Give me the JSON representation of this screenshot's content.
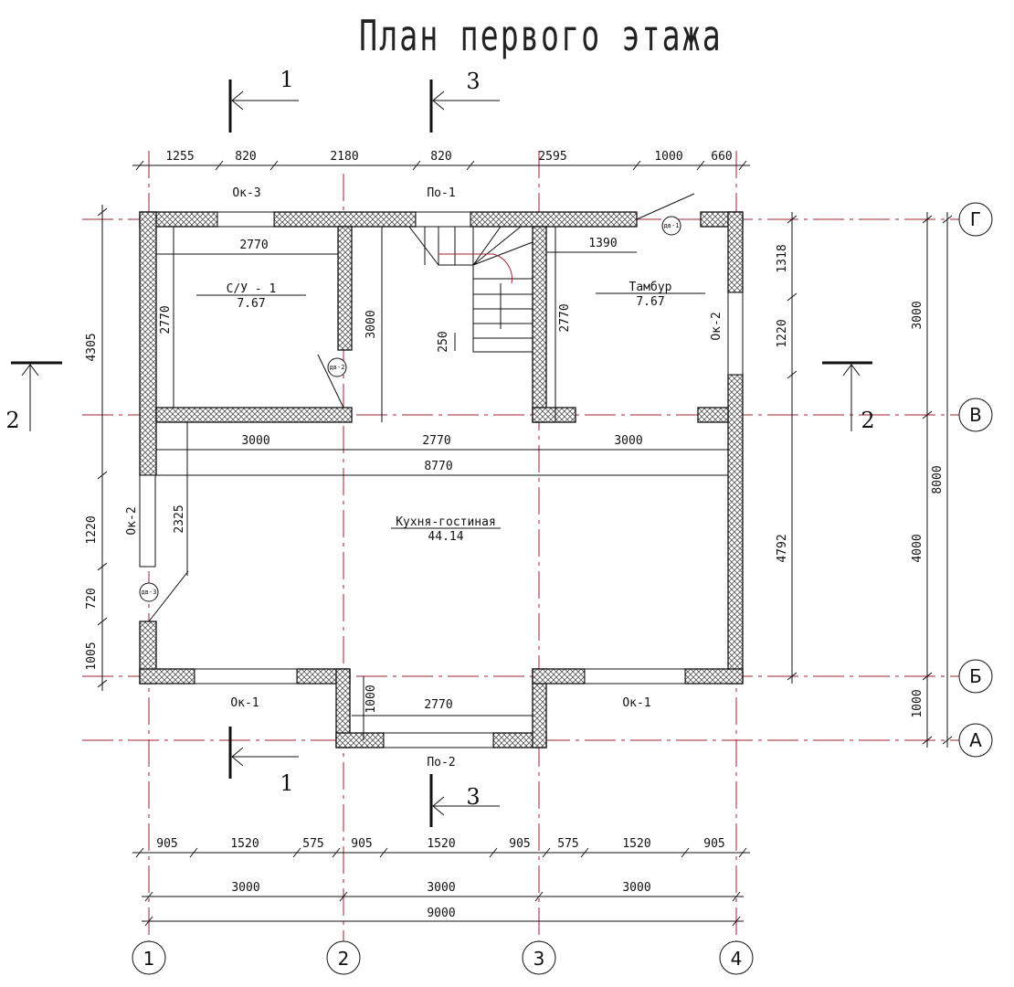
{
  "title": "План первого этажа",
  "axes": {
    "columns": [
      "1",
      "2",
      "3",
      "4"
    ],
    "rows": [
      "Г",
      "В",
      "Б",
      "А"
    ]
  },
  "sections": {
    "s1": "1",
    "s2": "2",
    "s3": "3"
  },
  "rooms": [
    {
      "name": "С/У - 1",
      "area": "7.67"
    },
    {
      "name": "Тамбур",
      "area": "7.67"
    },
    {
      "name": "Кухня-гостиная",
      "area": "44.14"
    }
  ],
  "openings": [
    "Ок-3",
    "По-1",
    "Ок-2",
    "Ок-2",
    "Ок-1",
    "По-2",
    "Ок-1"
  ],
  "door_tags": [
    "дв-1",
    "дв-2",
    "дв-3"
  ],
  "dimensions": {
    "top": [
      "1255",
      "820",
      "2180",
      "820",
      "2595",
      "1000",
      "660"
    ],
    "bottom_openings": [
      "905",
      "1520",
      "575",
      "905",
      "1520",
      "905",
      "575",
      "1520",
      "905"
    ],
    "bottom_axes": [
      "3000",
      "3000",
      "3000"
    ],
    "bottom_total": "9000",
    "left": [
      "4305",
      "1220",
      "720",
      "1005"
    ],
    "right_openings": [
      "1318",
      "1220",
      "4792"
    ],
    "right_axes": [
      "3000",
      "4000",
      "1000"
    ],
    "right_total": "8000",
    "interior": [
      "2770",
      "2770",
      "3000",
      "250",
      "2770",
      "1390",
      "3000",
      "2770",
      "3000",
      "8770",
      "2325",
      "1000",
      "2770"
    ]
  },
  "colors": {
    "axis_line": "#a02030",
    "ink": "#111111"
  }
}
